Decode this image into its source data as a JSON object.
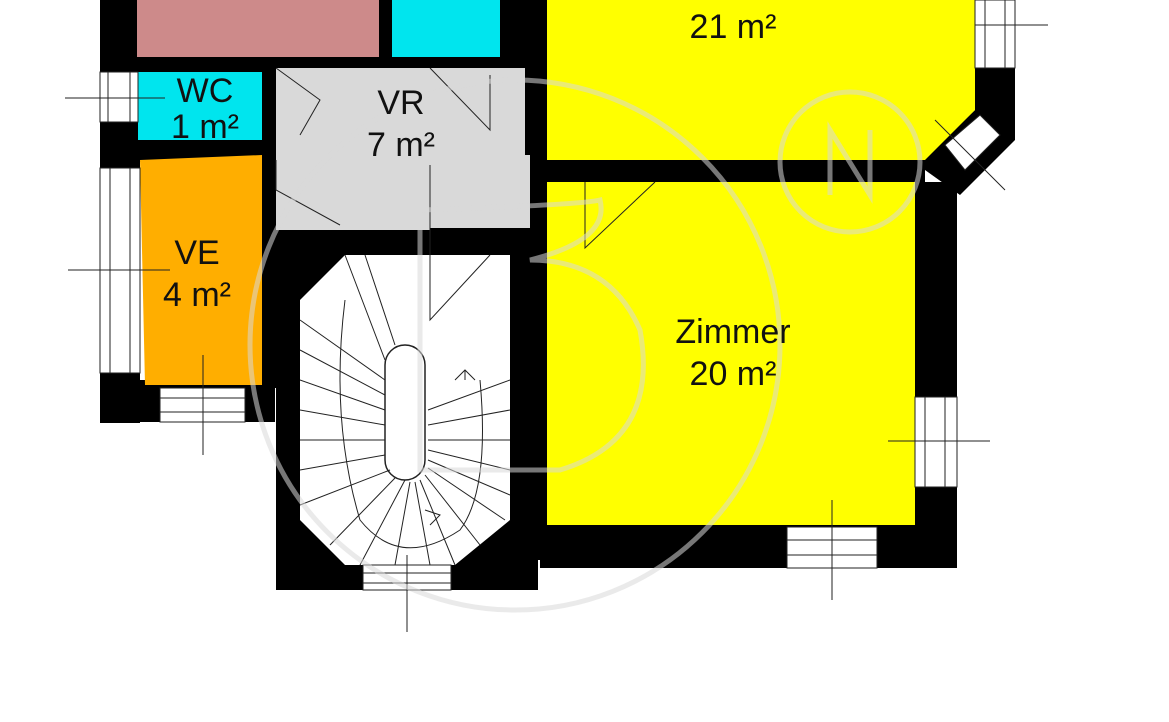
{
  "rooms": {
    "top_right": {
      "area": "21 m²"
    },
    "wc": {
      "name": "WC",
      "area": "1 m²"
    },
    "vr": {
      "name": "VR",
      "area": "7 m²"
    },
    "ve": {
      "name": "VE",
      "area": "4 m²"
    },
    "zimmer": {
      "name": "Zimmer",
      "area": "20 m²"
    }
  },
  "colors": {
    "wall": "#000000",
    "yellow_rooms": "#ffff00",
    "wc_bath": "#00e5ee",
    "hallway": "#d9d9d9",
    "entry": "#ffae00",
    "bedroom_top": "#cd8a8a",
    "stair": "#ffffff"
  }
}
